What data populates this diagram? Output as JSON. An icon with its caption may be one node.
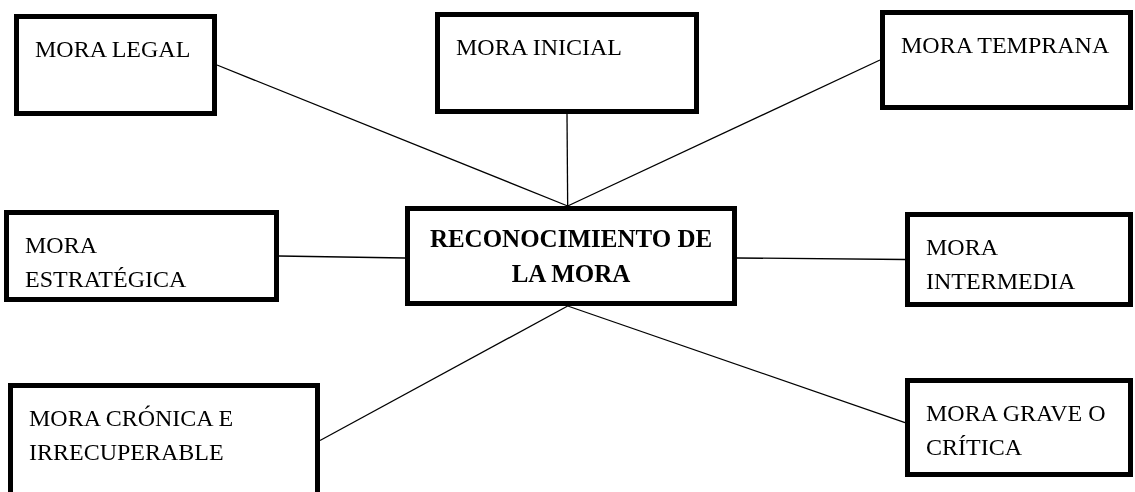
{
  "diagram": {
    "nodes": [
      {
        "text": [
          "MORA LEGAL"
        ]
      },
      {
        "text": [
          "MORA INICIAL"
        ]
      },
      {
        "text": [
          "MORA TEMPRANA"
        ]
      },
      {
        "text": [
          "MORA ESTRATÉGICA"
        ]
      },
      {
        "text": [
          "RECONOCIMIENTO DE LA MORA"
        ]
      },
      {
        "text": [
          "MORA INTERMEDIA"
        ]
      },
      {
        "text": [
          "MORA CRÓNICA E IRRECUPERABLE"
        ]
      },
      {
        "text": [
          "MORA GRAVE O CRÍTICA"
        ]
      }
    ],
    "edges": [
      {
        "from": 4,
        "to": 0,
        "arrow": "none"
      },
      {
        "from": 4,
        "to": 1,
        "arrow": "none"
      },
      {
        "from": 4,
        "to": 2,
        "arrow": "none"
      },
      {
        "from": 4,
        "to": 3,
        "arrow": "none"
      },
      {
        "from": 4,
        "to": 5,
        "arrow": "none"
      },
      {
        "from": 4,
        "to": 6,
        "arrow": "none"
      },
      {
        "from": 4,
        "to": 7,
        "arrow": "none"
      }
    ]
  }
}
